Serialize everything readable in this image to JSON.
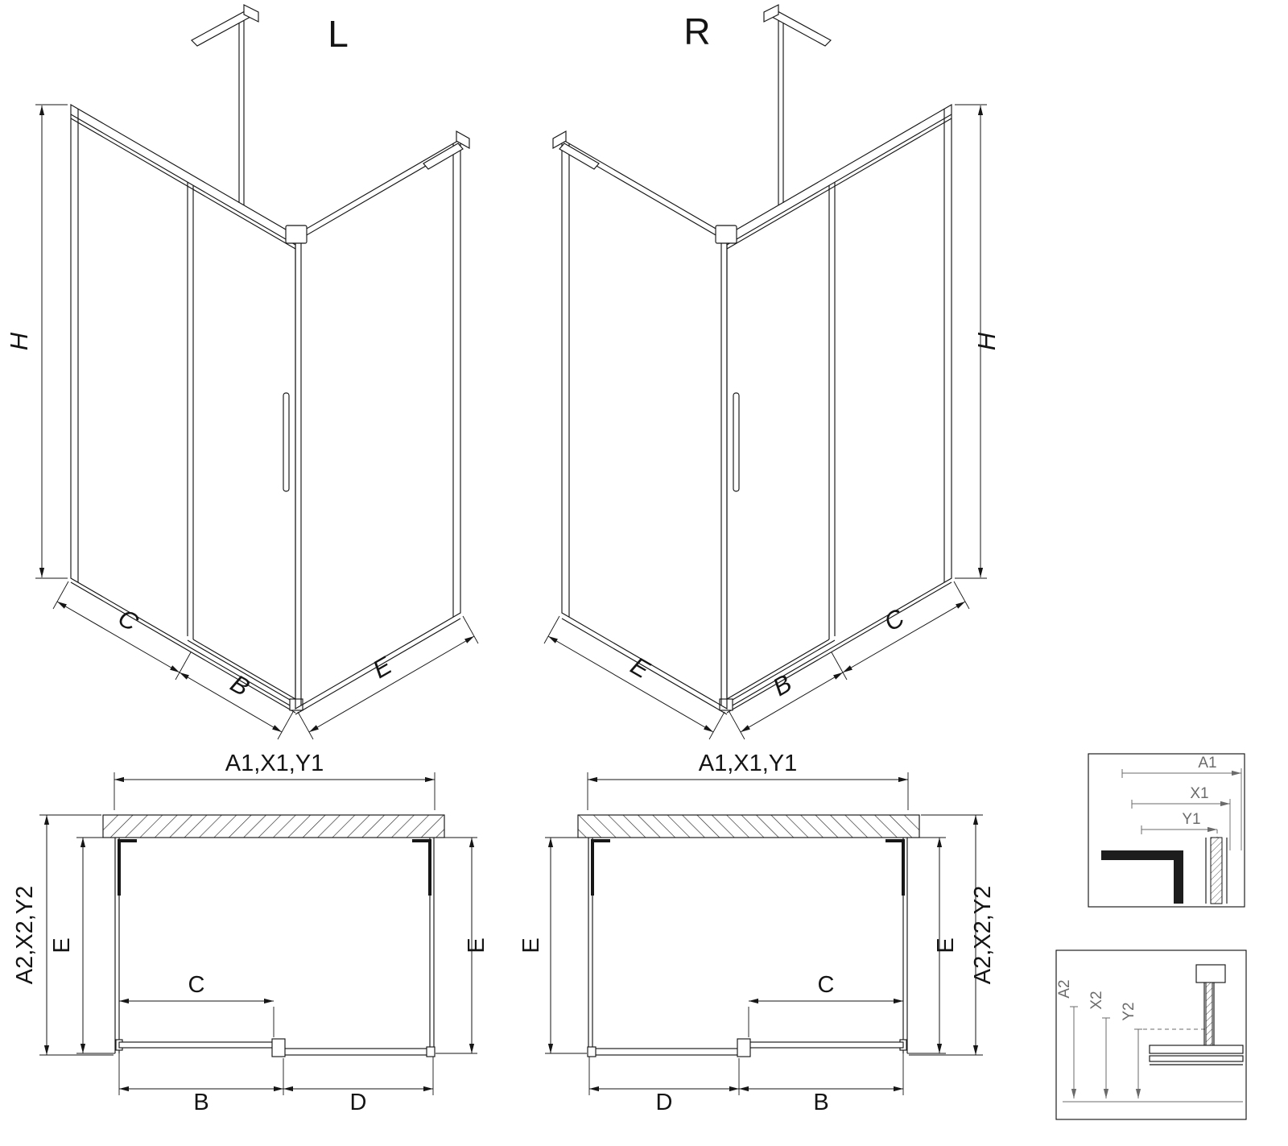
{
  "views": {
    "iso_left": {
      "title": "L",
      "dim_h": "H",
      "dim_c": "C",
      "dim_b": "B",
      "dim_e": "E"
    },
    "iso_right": {
      "title": "R",
      "dim_h": "H",
      "dim_c": "C",
      "dim_b": "B",
      "dim_e": "E"
    },
    "plan_left": {
      "dim_width": "A1,X1,Y1",
      "dim_depth": "A2,X2,Y2",
      "dim_e_left": "E",
      "dim_e_right": "E",
      "dim_c": "C",
      "dim_b": "B",
      "dim_d": "D"
    },
    "plan_right": {
      "dim_width": "A1,X1,Y1",
      "dim_depth": "A2,X2,Y2",
      "dim_e_left": "E",
      "dim_e_right": "E",
      "dim_c": "C",
      "dim_b": "B",
      "dim_d": "D"
    },
    "detail_top": {
      "dim_a1": "A1",
      "dim_x1": "X1",
      "dim_y1": "Y1"
    },
    "detail_bottom": {
      "dim_a2": "A2",
      "dim_x2": "X2",
      "dim_y2": "Y2"
    }
  },
  "colors": {
    "line": "#161616",
    "detail_label": "#6b6b6b",
    "background": "#ffffff"
  }
}
